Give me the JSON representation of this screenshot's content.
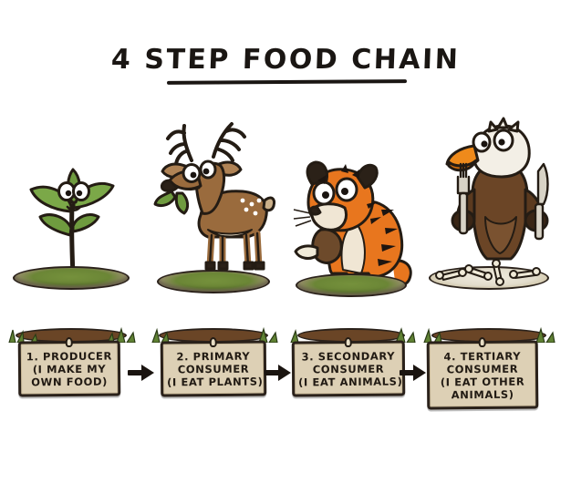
{
  "header": {
    "title": "4 STEP FOOD CHAIN"
  },
  "colors": {
    "background": "#ffffff",
    "ink": "#1a1613",
    "sign_fill": "#ddd0b5",
    "sign_border": "#2a211a",
    "stump_bark": "#8a6038",
    "stump_bark_dark": "#4a3020",
    "stump_bark_light": "#b2855a",
    "moss_green": "#6e8a3a",
    "leaf_green": "#6f9b3f",
    "deer_brown": "#9a6b3d",
    "tiger_orange": "#e8761e",
    "eagle_body": "#6b4526",
    "eagle_beak": "#ef8a1b",
    "bone_white": "#efeade"
  },
  "steps": [
    {
      "number": "1.",
      "name": "PRODUCER",
      "sign_lines": [
        "1. PRODUCER",
        "(I MAKE MY",
        "OWN FOOD)"
      ],
      "creature": "plant",
      "creature_icon": "sprout-icon",
      "stump_top": "moss"
    },
    {
      "number": "2.",
      "name": "PRIMARY CONSUMER",
      "sign_lines": [
        "2. PRIMARY",
        "CONSUMER",
        "(I EAT PLANTS)"
      ],
      "creature": "deer",
      "creature_icon": "deer-icon",
      "stump_top": "moss"
    },
    {
      "number": "3.",
      "name": "SECONDARY CONSUMER",
      "sign_lines": [
        "3. SECONDARY",
        "CONSUMER",
        "(I EAT ANIMALS)"
      ],
      "creature": "tiger",
      "creature_icon": "tiger-icon",
      "stump_top": "moss"
    },
    {
      "number": "4.",
      "name": "TERTIARY CONSUMER",
      "sign_lines": [
        "4. TERTIARY",
        "CONSUMER",
        "(I EAT OTHER",
        "ANIMALS)"
      ],
      "creature": "eagle",
      "creature_icon": "eagle-icon",
      "stump_top": "bones"
    }
  ],
  "arrows": [
    {
      "name": "arrow-1-to-2",
      "glyph": "→"
    },
    {
      "name": "arrow-2-to-3",
      "glyph": "→"
    },
    {
      "name": "arrow-3-to-4",
      "glyph": "→"
    }
  ]
}
